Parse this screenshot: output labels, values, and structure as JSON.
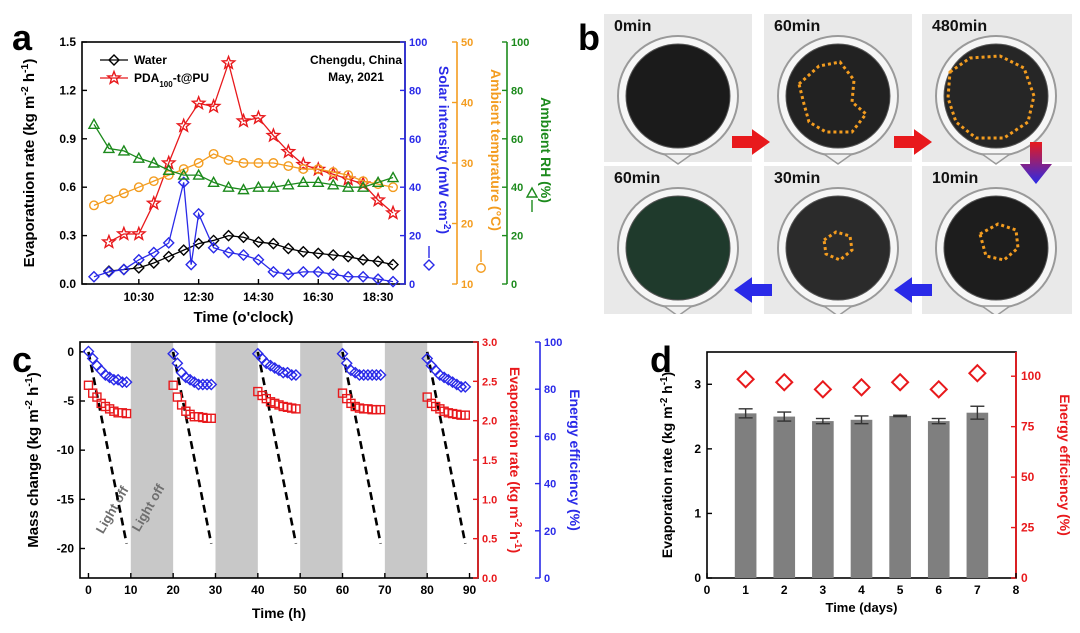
{
  "panel_letters": {
    "a": "a",
    "b": "b",
    "c": "c",
    "d": "d"
  },
  "colors": {
    "black": "#000000",
    "red": "#e8191c",
    "blue": "#2a2ae8",
    "orange": "#f39c1f",
    "green": "#1c8a1c",
    "gray": "#7f7f7f",
    "shade": "#c8c8c8"
  },
  "panel_b": {
    "times": [
      "0min",
      "60min",
      "480min",
      "60min",
      "30min",
      "10min"
    ],
    "arrows": [
      "red-right",
      "red-right",
      "red-blue-down",
      "blue-left",
      "blue-left"
    ]
  },
  "chart_data": [
    {
      "panel": "a",
      "type": "line",
      "xlabel": "Time (o'clock)",
      "xticks": [
        "10:30",
        "12:30",
        "14:30",
        "16:30",
        "18:30"
      ],
      "annotation": [
        "Chengdu, China",
        "May, 2021"
      ],
      "axes": [
        {
          "id": "evap",
          "label": "Evaporatuion rate (kg m",
          "label_sup": "-2",
          "label_mid": " h",
          "label_sup2": "-1",
          "label_end": ")",
          "ylim": [
            0,
            1.5
          ],
          "ticks": [
            "0.0",
            "0.3",
            "0.6",
            "0.9",
            "1.2",
            "1.5"
          ],
          "color": "#000000"
        },
        {
          "id": "solar",
          "label": "Solar intensity (mW cm",
          "label_sup": "-2",
          "label_end": ")",
          "ylim": [
            0,
            100
          ],
          "ticks": [
            "0",
            "20",
            "40",
            "60",
            "80",
            "100"
          ],
          "color": "#2a2ae8"
        },
        {
          "id": "temp",
          "label": "Ambient temprature (°C)",
          "ylim": [
            10,
            50
          ],
          "ticks": [
            "10",
            "20",
            "30",
            "40",
            "50"
          ],
          "color": "#f39c1f"
        },
        {
          "id": "rh",
          "label": "Ambient RH (%)",
          "ylim": [
            0,
            100
          ],
          "ticks": [
            "0",
            "20",
            "40",
            "60",
            "80",
            "100"
          ],
          "color": "#1c8a1c"
        }
      ],
      "series": [
        {
          "name": "Water",
          "name_sub": "",
          "axis": "evap",
          "marker": "diamond",
          "color": "#000000",
          "x": [
            9.5,
            10,
            10.5,
            11,
            11.5,
            12,
            12.5,
            13,
            13.5,
            14,
            14.5,
            15,
            15.5,
            16,
            16.5,
            17,
            17.5,
            18,
            18.5,
            19
          ],
          "y": [
            0.08,
            0.09,
            0.1,
            0.13,
            0.17,
            0.21,
            0.25,
            0.27,
            0.3,
            0.29,
            0.26,
            0.25,
            0.22,
            0.2,
            0.19,
            0.18,
            0.17,
            0.15,
            0.14,
            0.12
          ]
        },
        {
          "name": "PDA",
          "name_sub": "100",
          "name_end": "-t@PU",
          "axis": "evap",
          "marker": "star",
          "color": "#e8191c",
          "x": [
            9.5,
            10,
            10.5,
            11,
            11.5,
            12,
            12.5,
            13,
            13.5,
            14,
            14.5,
            15,
            15.5,
            16,
            16.5,
            17,
            17.5,
            18,
            18.5,
            19
          ],
          "y": [
            0.26,
            0.31,
            0.31,
            0.5,
            0.75,
            0.98,
            1.12,
            1.1,
            1.37,
            1.01,
            1.03,
            0.92,
            0.82,
            0.74,
            0.71,
            0.68,
            0.65,
            0.62,
            0.52,
            0.44
          ]
        },
        {
          "name": "Solar",
          "axis": "solar",
          "marker": "diamond",
          "color": "#2a2ae8",
          "x": [
            9,
            9.5,
            10,
            10.5,
            11,
            11.5,
            12,
            12.25,
            12.5,
            13,
            13.5,
            14,
            14.5,
            15,
            15.5,
            16,
            16.5,
            17,
            17.5,
            18,
            18.5,
            19
          ],
          "y": [
            3,
            5,
            6,
            10,
            13,
            17,
            42,
            8,
            29,
            15,
            13,
            12,
            10,
            5,
            4,
            5,
            5,
            4,
            3,
            3,
            2,
            1
          ]
        },
        {
          "name": "Temperature",
          "axis": "temp",
          "marker": "circle",
          "color": "#f39c1f",
          "x": [
            9,
            9.5,
            10,
            10.5,
            11,
            11.5,
            12,
            12.5,
            13,
            13.5,
            14,
            14.5,
            15,
            15.5,
            16,
            16.5,
            17,
            17.5,
            18,
            18.5,
            19
          ],
          "y": [
            23,
            24,
            25,
            26,
            27,
            28,
            29,
            30,
            31.5,
            30.5,
            30,
            30,
            30,
            29.5,
            29,
            29,
            28.5,
            28,
            27,
            26.5,
            26
          ]
        },
        {
          "name": "RH",
          "axis": "rh",
          "marker": "triangle",
          "color": "#1c8a1c",
          "x": [
            9,
            9.5,
            10,
            10.5,
            11,
            11.5,
            12,
            12.5,
            13,
            13.5,
            14,
            14.5,
            15,
            15.5,
            16,
            16.5,
            17,
            17.5,
            18,
            18.5,
            19
          ],
          "y": [
            66,
            56,
            55,
            52,
            50,
            47,
            45,
            45,
            42,
            40,
            39,
            40,
            40,
            41,
            42,
            42,
            41,
            40,
            40,
            42,
            44
          ]
        }
      ]
    },
    {
      "panel": "c",
      "type": "scatter",
      "xlabel": "Time (h)",
      "xlim": [
        0,
        90
      ],
      "xticks": [
        0,
        10,
        20,
        30,
        40,
        50,
        60,
        70,
        80,
        90
      ],
      "dark_intervals": [
        [
          10,
          20
        ],
        [
          30,
          40
        ],
        [
          50,
          60
        ],
        [
          70,
          80
        ]
      ],
      "light_off_labels": [
        "Light off",
        "Light off"
      ],
      "axes": [
        {
          "id": "mass",
          "label": "Mass change (kg m",
          "label_sup": "-2",
          "label_mid": " h",
          "label_sup2": "-1",
          "label_end": ")",
          "ylim": [
            -23,
            1
          ],
          "ticks": [
            0,
            -5,
            -10,
            -15,
            -20
          ],
          "color": "#000000"
        },
        {
          "id": "evap",
          "label": "Evaporation rate (kg m",
          "label_sup": "-2",
          "label_mid": " h",
          "label_sup2": "-1",
          "label_end": ")",
          "ylim": [
            0,
            3
          ],
          "ticks": [
            "0.0",
            "0.5",
            "1.0",
            "1.5",
            "2.0",
            "2.5",
            "3.0"
          ],
          "color": "#e8191c"
        },
        {
          "id": "eff",
          "label": "Energy efficiency (%)",
          "ylim": [
            0,
            100
          ],
          "ticks": [
            0,
            20,
            40,
            60,
            80,
            100
          ],
          "color": "#2a2ae8"
        }
      ],
      "cycles": [
        {
          "start": 0,
          "mass_end": -19.5
        },
        {
          "start": 20,
          "mass_end": -19.5
        },
        {
          "start": 40,
          "mass_end": -19.5
        },
        {
          "start": 60,
          "mass_end": -19.5
        },
        {
          "start": 80,
          "mass_end": -19.5
        }
      ],
      "evap_series": [
        [
          2.45,
          2.35,
          2.3,
          2.22,
          2.18,
          2.15,
          2.12,
          2.1,
          2.1,
          2.09
        ],
        [
          2.45,
          2.3,
          2.2,
          2.12,
          2.08,
          2.05,
          2.05,
          2.04,
          2.03,
          2.03
        ],
        [
          2.37,
          2.32,
          2.28,
          2.24,
          2.22,
          2.2,
          2.18,
          2.17,
          2.16,
          2.15
        ],
        [
          2.35,
          2.28,
          2.22,
          2.18,
          2.16,
          2.15,
          2.15,
          2.14,
          2.14,
          2.14
        ],
        [
          2.3,
          2.22,
          2.18,
          2.15,
          2.12,
          2.1,
          2.09,
          2.08,
          2.07,
          2.07
        ]
      ],
      "eff_series": [
        [
          96,
          93,
          90,
          88,
          86,
          85,
          84,
          84,
          83,
          83
        ],
        [
          95,
          91,
          87,
          85,
          84,
          83,
          82,
          82,
          82,
          82
        ],
        [
          95,
          93,
          91,
          90,
          89,
          88,
          87,
          87,
          86,
          86
        ],
        [
          95,
          91,
          88,
          87,
          86,
          86,
          86,
          86,
          86,
          86
        ],
        [
          93,
          90,
          88,
          86,
          85,
          84,
          83,
          82,
          81,
          81
        ]
      ]
    },
    {
      "panel": "d",
      "type": "bar",
      "xlabel": "Time (days)",
      "xlim": [
        0,
        8
      ],
      "xticks": [
        0,
        1,
        2,
        3,
        4,
        5,
        6,
        7,
        8
      ],
      "axes": [
        {
          "id": "evap",
          "label": "Evaporation rate (kg m",
          "label_sup": "-2",
          "label_mid": " h",
          "label_sup2": "-1",
          "label_end": ")",
          "ylim": [
            0,
            3.5
          ],
          "ticks": [
            0,
            1,
            2,
            3
          ],
          "color": "#000000"
        },
        {
          "id": "eff",
          "label": "Energy efficiency (%)",
          "ylim": [
            0,
            112
          ],
          "ticks": [
            0,
            25,
            50,
            75,
            100
          ],
          "color": "#e8191c"
        }
      ],
      "days": [
        1,
        2,
        3,
        4,
        5,
        6,
        7
      ],
      "values": [
        2.55,
        2.5,
        2.43,
        2.45,
        2.51,
        2.43,
        2.56
      ],
      "errors": [
        0.07,
        0.07,
        0.04,
        0.06,
        0.01,
        0.04,
        0.1
      ],
      "efficiency": [
        98.5,
        97,
        93.5,
        94.5,
        97,
        93.5,
        101.5
      ]
    }
  ]
}
